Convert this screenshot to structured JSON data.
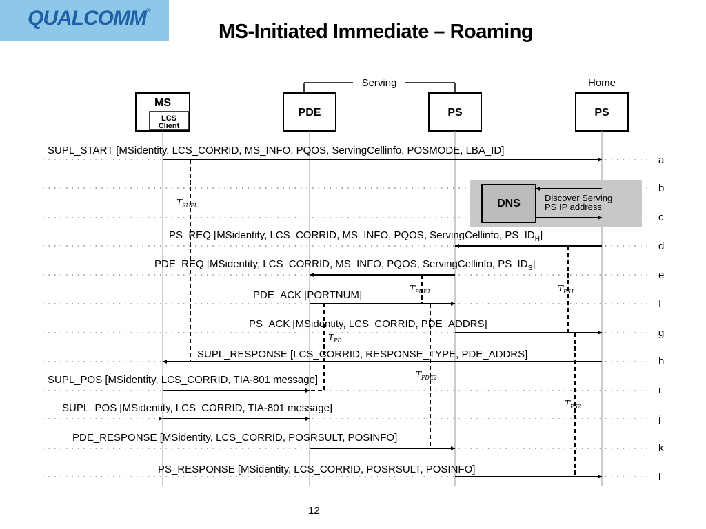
{
  "logo": {
    "text": "QUALCOMM",
    "registered": "®"
  },
  "title": "MS-Initiated Immediate – Roaming",
  "page_number": "12",
  "groups": {
    "serving": "Serving",
    "home": "Home"
  },
  "entities": {
    "ms": "MS",
    "lcs_client": [
      "LCS",
      "Client"
    ],
    "pde": "PDE",
    "serving_ps": "PS",
    "home_ps": "PS",
    "dns": "DNS"
  },
  "dns_note": [
    "Discover Serving",
    "PS IP address"
  ],
  "messages": [
    {
      "label": "SUPL_START [MSidentity, LCS_CORRID, MS_INFO, PQOS, ServingCellinfo, POSMODE, LBA_ID]",
      "step": "a"
    },
    {
      "label": "",
      "step": "b"
    },
    {
      "label": "",
      "step": "c"
    },
    {
      "label": "PS_REQ [MSidentity, LCS_CORRID, MS_INFO, PQOS, ServingCellinfo, PS_ID",
      "sub": "H",
      "close": "]",
      "step": "d"
    },
    {
      "label": "PDE_REQ [MSidentity, LCS_CORRID, MS_INFO, PQOS, ServingCellinfo, PS_ID",
      "sub": "S",
      "close": "]",
      "step": "e"
    },
    {
      "label": "PDE_ACK [PORTNUM]",
      "step": "f"
    },
    {
      "label": "PS_ACK [MSidentity, LCS_CORRID, PDE_ADDRS]",
      "step": "g"
    },
    {
      "label": "SUPL_RESPONSE [LCS_CORRID, RESPONSE_TYPE, PDE_ADDRS]",
      "step": "h"
    },
    {
      "label": "SUPL_POS [MSidentity, LCS_CORRID, TIA-801 message]",
      "step": "i"
    },
    {
      "label": "SUPL_POS [MSidentity, LCS_CORRID, TIA-801 message]",
      "step": "j"
    },
    {
      "label": "PDE_RESPONSE [MSidentity, LCS_CORRID, POSRSULT, POSINFO]",
      "step": "k"
    },
    {
      "label": "PS_RESPONSE [MSidentity, LCS_CORRID, POSRSULT, POSINFO]",
      "step": "l"
    }
  ],
  "timers": {
    "supl": {
      "t": "T",
      "sub": "SUPL"
    },
    "pde1": {
      "t": "T",
      "sub": "PDE1"
    },
    "ps1": {
      "t": "T",
      "sub": "PS1"
    },
    "pd": {
      "t": "T",
      "sub": "PD"
    },
    "pde2": {
      "t": "T",
      "sub": "PDE2"
    },
    "ps2": {
      "t": "T",
      "sub": "PS2"
    }
  },
  "colors": {
    "logo_bg": "#8ec8e8",
    "logo_text": "#2060a8",
    "dns_panel": "#c8c8c8",
    "dns_box": "#bbbbbb"
  }
}
